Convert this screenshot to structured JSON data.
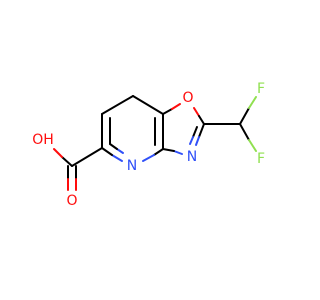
{
  "molecule": {
    "atoms": {
      "carboxyl_oh": {
        "label": "OH",
        "element": "O",
        "color": "#ff0d0d"
      },
      "carbonyl_o": {
        "label": "O",
        "element": "O",
        "color": "#ff0d0d"
      },
      "pyridine_n": {
        "label": "N",
        "element": "N",
        "color": "#3050f8"
      },
      "oxazole_n": {
        "label": "N",
        "element": "N",
        "color": "#3050f8"
      },
      "oxazole_o": {
        "label": "O",
        "element": "O",
        "color": "#ff0d0d"
      },
      "fluorine_top": {
        "label": "F",
        "element": "F",
        "color": "#90e050"
      },
      "fluorine_bottom": {
        "label": "F",
        "element": "F",
        "color": "#90e050"
      }
    },
    "bond_color": "#000000"
  }
}
